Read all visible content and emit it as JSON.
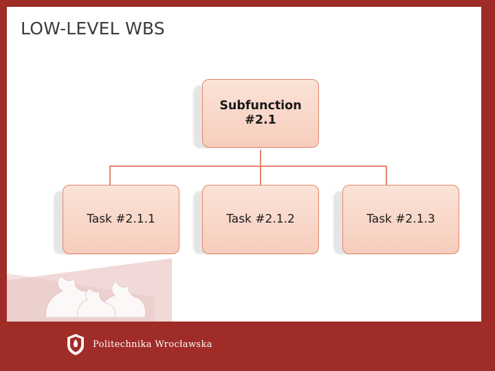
{
  "slide": {
    "title": "LOW-LEVEL WBS",
    "background_color": "#ffffff",
    "accent_color": "#a02c28",
    "node_fill_color": "#f8d7c8",
    "node_border_color": "#e2846a"
  },
  "footer": {
    "logo_text": "Politechnika Wrocławska",
    "logo_icon": "eagle-crest-icon"
  },
  "chart_data": {
    "type": "tree",
    "title": "LOW-LEVEL WBS",
    "nodes": [
      {
        "id": "root",
        "label": "Subfunction\n#2.1",
        "line1": "Subfunction",
        "line2": "#2.1",
        "level": 0
      },
      {
        "id": "task1",
        "label": "Task #2.1.1",
        "level": 1
      },
      {
        "id": "task2",
        "label": "Task #2.1.2",
        "level": 1
      },
      {
        "id": "task3",
        "label": "Task #2.1.3",
        "level": 1
      }
    ],
    "edges": [
      {
        "from": "root",
        "to": "task1"
      },
      {
        "from": "root",
        "to": "task2"
      },
      {
        "from": "root",
        "to": "task3"
      }
    ]
  }
}
